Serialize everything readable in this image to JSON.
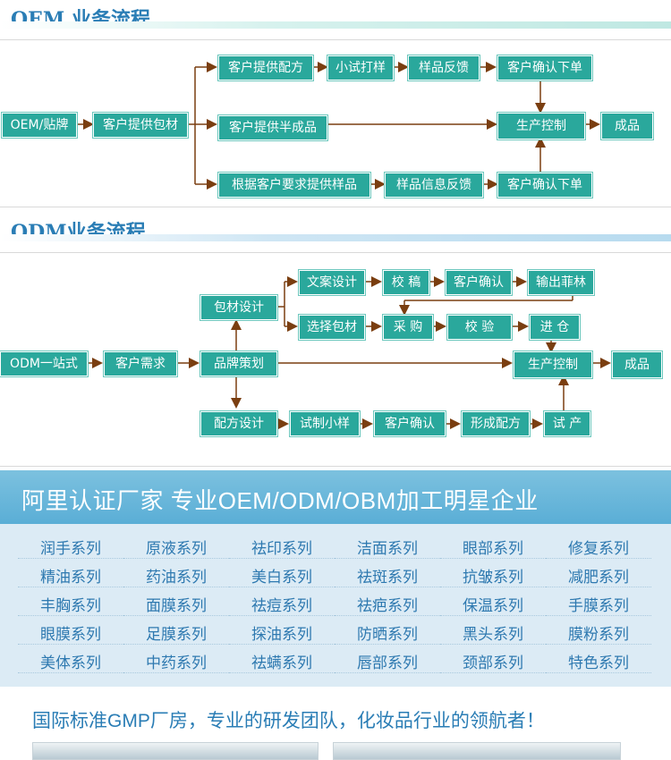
{
  "oem": {
    "title": "OEM 业务流程",
    "boxes": {
      "start": "OEM/贴牌",
      "supply_pack": "客户提供包材",
      "supply_formula": "客户提供配方",
      "small_test": "小试打样",
      "sample_feedback": "样品反馈",
      "confirm_order_top": "客户确认下单",
      "supply_semi": "客户提供半成品",
      "production": "生产控制",
      "product": "成品",
      "custom_sample": "根据客户要求提供样品",
      "sample_info_feedback": "样品信息反馈",
      "confirm_order_bottom": "客户确认下单"
    }
  },
  "odm": {
    "title": "ODM业务流程",
    "boxes": {
      "start": "ODM一站式",
      "customer_needs": "客户需求",
      "brand_plan": "品牌策划",
      "pack_design": "包材设计",
      "copy_design": "文案设计",
      "proofread": "校 稿",
      "customer_confirm_top": "客户确认",
      "output_film": "输出菲林",
      "choose_pack": "选择包材",
      "purchase": "采 购",
      "inspect": "校 验",
      "warehouse": "进 仓",
      "production": "生产控制",
      "product": "成品",
      "formula_design": "配方设计",
      "trial_sample": "试制小样",
      "customer_confirm_bottom": "客户确认",
      "form_formula": "形成配方",
      "trial_production": "试 产"
    }
  },
  "banner": {
    "headline": "阿里认证厂家 专业OEM/ODM/OBM加工明星企业",
    "series": [
      [
        "润手系列",
        "原液系列",
        "祛印系列",
        "洁面系列",
        "眼部系列",
        "修复系列"
      ],
      [
        "精油系列",
        "药油系列",
        "美白系列",
        "祛斑系列",
        "抗皱系列",
        "减肥系列"
      ],
      [
        "丰胸系列",
        "面膜系列",
        "祛痘系列",
        "祛疤系列",
        "保温系列",
        "手膜系列"
      ],
      [
        "眼膜系列",
        "足膜系列",
        "探油系列",
        "防晒系列",
        "黑头系列",
        "膜粉系列"
      ],
      [
        "美体系列",
        "中药系列",
        "祛螨系列",
        "唇部系列",
        "颈部系列",
        "特色系列"
      ]
    ]
  },
  "footer": {
    "slogan": "国际标准GMP厂房，专业的研发团队，化妆品行业的领航者！"
  },
  "colors": {
    "box": "#2aa89c",
    "arrow": "#7a3e10",
    "title": "#2a7db5"
  }
}
